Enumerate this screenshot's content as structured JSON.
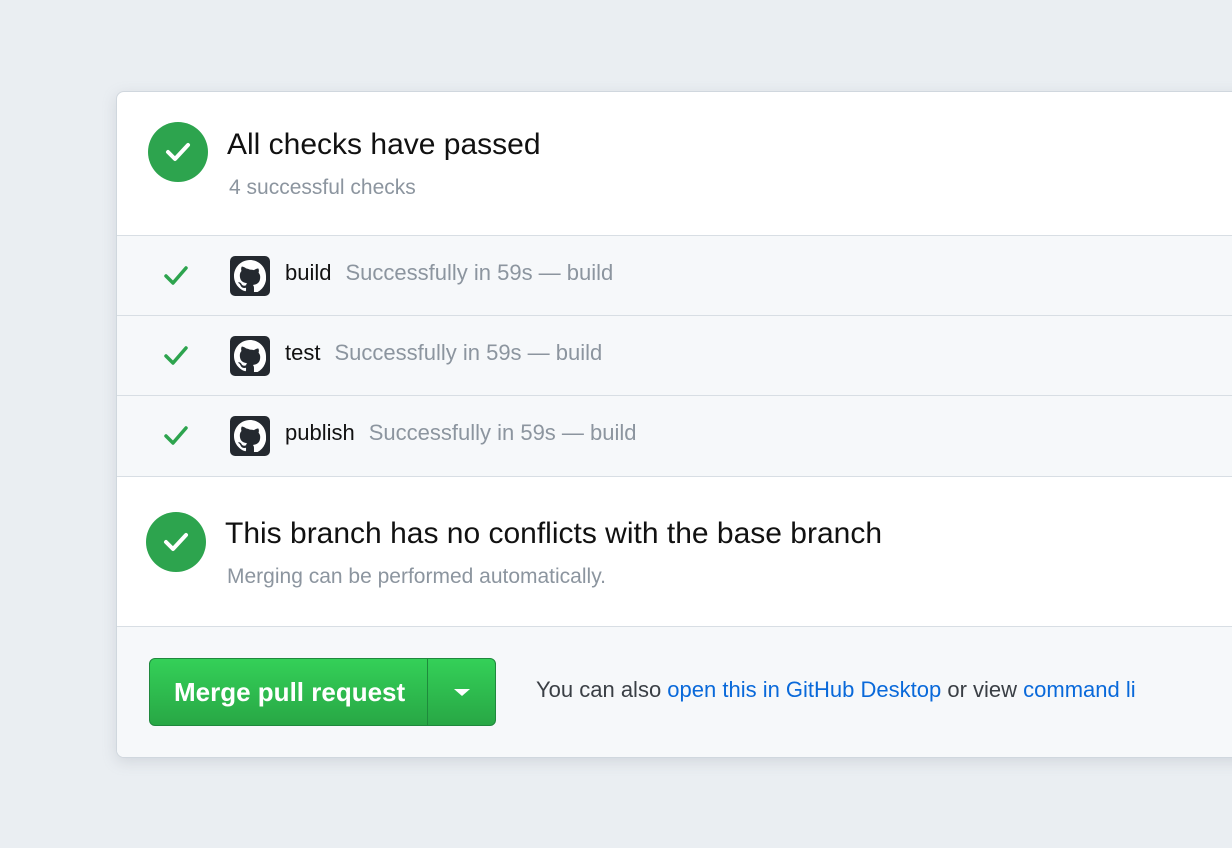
{
  "checks_header": {
    "title": "All checks have passed",
    "subtitle": "4 successful checks",
    "icon": "check-circle-icon"
  },
  "checks": [
    {
      "name": "build",
      "description": "Successfully in 59s — build",
      "icon": "github-icon"
    },
    {
      "name": "test",
      "description": "Successfully in 59s — build",
      "icon": "github-icon"
    },
    {
      "name": "publish",
      "description": "Successfully in 59s — build",
      "icon": "github-icon"
    }
  ],
  "conflicts": {
    "title": "This branch has no conflicts with the base branch",
    "subtitle": "Merging can be performed automatically."
  },
  "footer": {
    "merge_label": "Merge pull request",
    "note_prefix": "You can also ",
    "desktop_link": "open this in GitHub Desktop",
    "note_middle": " or view ",
    "cli_link": "command li"
  },
  "colors": {
    "success": "#2da44e",
    "button": "#2ea44f",
    "link": "#0969da",
    "background": "#eaeef2"
  }
}
